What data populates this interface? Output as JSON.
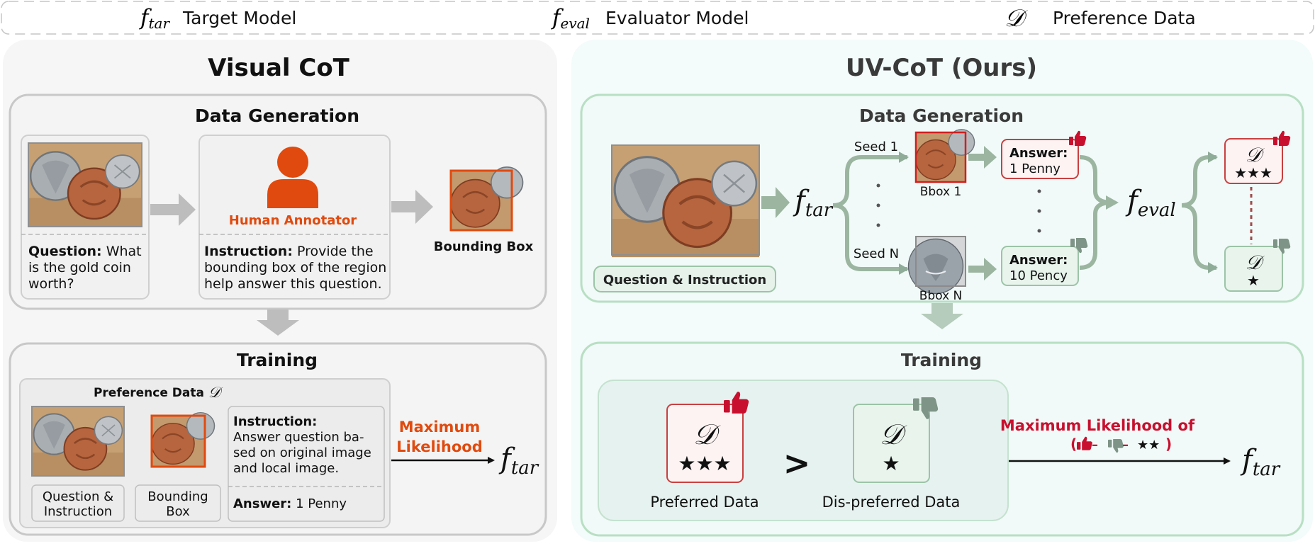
{
  "legend": {
    "target": {
      "symbol": "f",
      "sub": "tar",
      "label": "Target Model"
    },
    "evaluator": {
      "symbol": "f",
      "sub": "eval",
      "label": "Evaluator Model"
    },
    "preference": {
      "symbol": "𝒟",
      "label": "Preference Data"
    }
  },
  "left": {
    "title": "Visual CoT",
    "data_generation": {
      "heading": "Data Generation",
      "question_bold": "Question:",
      "question_lines": [
        " What",
        "is the gold coin",
        "worth?"
      ],
      "annotator_label": "Human Annotator",
      "instruction_bold": "Instruction:",
      "instruction_lines": [
        " Provide the",
        "bounding box of the region",
        "help answer this question."
      ],
      "bbox_label": "Bounding Box"
    },
    "training": {
      "heading": "Training",
      "pref_title": "Preference Data",
      "pref_symbol": "𝒟",
      "qi_label_lines": [
        "Question &",
        "Instruction"
      ],
      "bbox_label_lines": [
        "Bounding",
        "Box"
      ],
      "instruction_bold": "Instruction:",
      "instruction_lines": [
        "Answer question ba-",
        "sed on original image",
        "and local image."
      ],
      "answer_bold": "Answer:",
      "answer_value": " 1 Penny",
      "max_likelihood_lines": [
        "Maximum",
        "Likelihood"
      ],
      "f_symbol": "f",
      "f_sub": "tar"
    }
  },
  "right": {
    "title": "UV-CoT (Ours)",
    "data_generation": {
      "heading": "Data Generation",
      "qi_button": "Question & Instruction",
      "f_tar": {
        "symbol": "f",
        "sub": "tar"
      },
      "seed1": "Seed 1",
      "seedN": "Seed N",
      "bbox1": "Bbox 1",
      "bboxN": "Bbox N",
      "answer1_bold": "Answer:",
      "answer1_value": "1 Penny",
      "answerN_bold": "Answer:",
      "answerN_value": "10 Pency",
      "f_eval": {
        "symbol": "f",
        "sub": "eval"
      },
      "pref_symbol": "𝒟",
      "pref_stars": "★★★",
      "dispref_stars": "★"
    },
    "training": {
      "heading": "Training",
      "preferred_label": "Preferred Data",
      "dispreferred_label": "Dis-preferred Data",
      "gt": ">",
      "pref_symbol": "𝒟",
      "pref_stars": "★★★",
      "dispref_stars": "★",
      "mlo_title": "Maximum Likelihood of",
      "mlo_open": "(",
      "mlo_dash1": " – ",
      "mlo_dash2": " – ",
      "mlo_stars": "★★",
      "mlo_close": ")",
      "f_symbol": "f",
      "f_sub": "tar"
    }
  },
  "colors": {
    "accent_orange": "#e04a0e",
    "red": "#c8102e",
    "green_gray": "#8aa593",
    "green_border": "#a9d5b7",
    "left_panel_bg": "#f6f6f6",
    "right_panel_bg": "#f3fbfb"
  }
}
